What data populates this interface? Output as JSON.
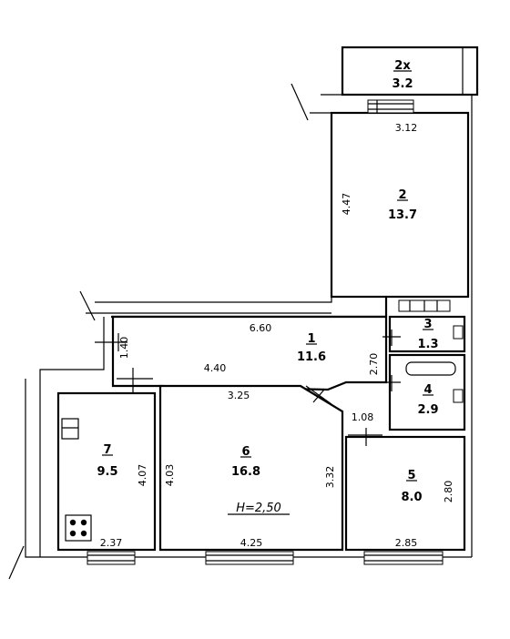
{
  "rooms": [
    {
      "id": "2x",
      "num": "2х",
      "area": "3.2"
    },
    {
      "id": "2",
      "num": "2",
      "area": "13.7"
    },
    {
      "id": "1",
      "num": "1",
      "area": "11.6"
    },
    {
      "id": "3",
      "num": "3",
      "area": "1.3"
    },
    {
      "id": "4",
      "num": "4",
      "area": "2.9"
    },
    {
      "id": "5",
      "num": "5",
      "area": "8.0"
    },
    {
      "id": "6",
      "num": "6",
      "area": "16.8"
    },
    {
      "id": "7",
      "num": "7",
      "area": "9.5"
    }
  ],
  "dimensions": {
    "d312": "3.12",
    "d447": "4.47",
    "d660": "6.60",
    "d140": "1.40",
    "d440": "4.40",
    "d270": "2.70",
    "d325": "3.25",
    "d108": "1.08",
    "d403": "4.03",
    "d407": "4.07",
    "d332": "3.32",
    "d280": "2.80",
    "d237": "2.37",
    "d425": "4.25",
    "d285": "2.85"
  },
  "ceiling_height": "H=2,50"
}
